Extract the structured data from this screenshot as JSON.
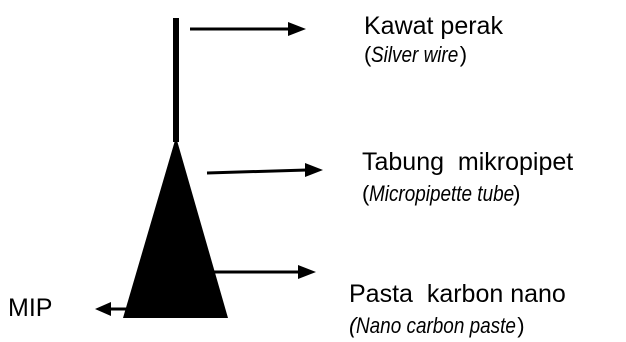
{
  "labels": {
    "silver_wire": {
      "main": "Kawat perak",
      "sub_open": "(",
      "sub_italic": "Silver wire",
      "sub_close": ")"
    },
    "micropipette": {
      "main": "Tabung  mikropipet",
      "sub_open": "(",
      "sub_italic": "Micropipette tube",
      "sub_close": ")"
    },
    "carbon_paste": {
      "main": "Pasta  karbon nano",
      "sub_open": "(",
      "sub_italic": "Nano carbon paste",
      "sub_close": ")"
    },
    "mip": "MIP"
  },
  "colors": {
    "ink": "#000000",
    "background": "#ffffff"
  }
}
